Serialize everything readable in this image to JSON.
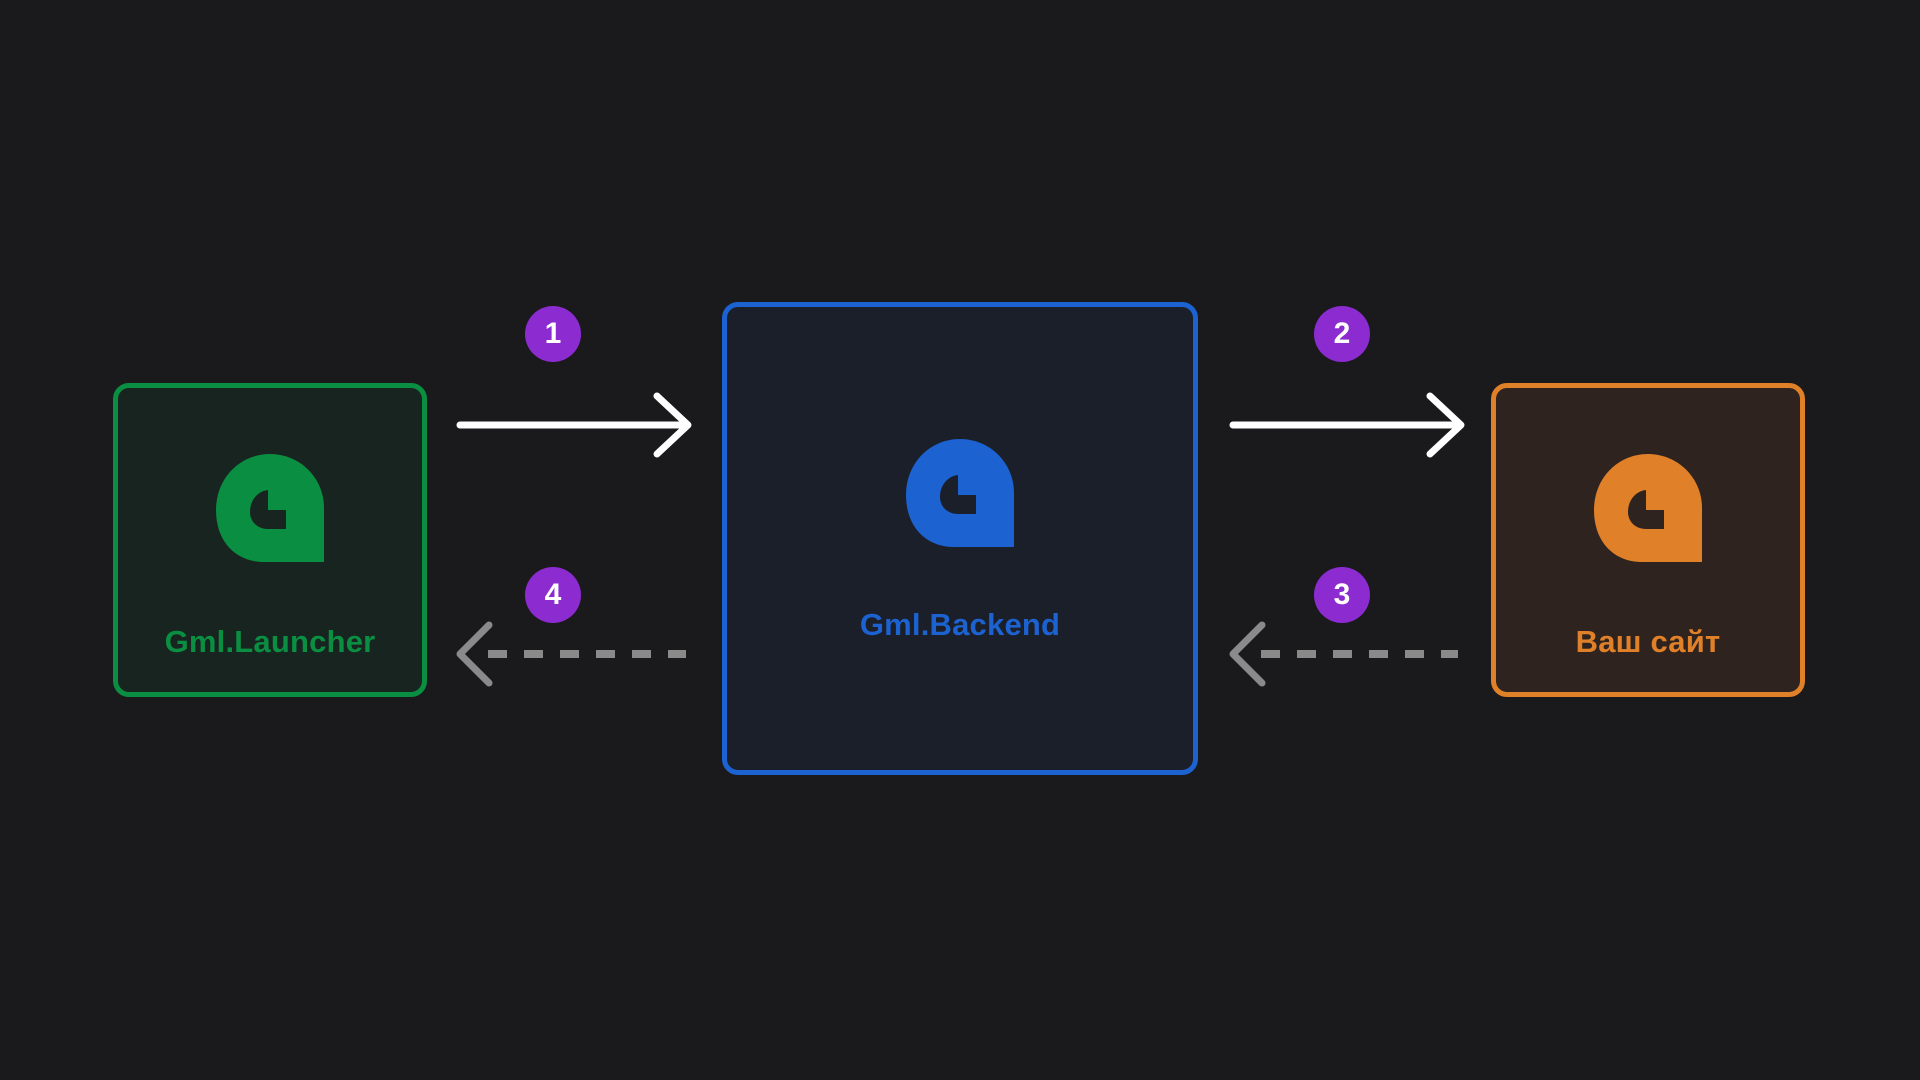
{
  "nodes": {
    "launcher": {
      "label": "Gml.Launcher",
      "color": "#0a8f42",
      "icon": "gml-logo-icon"
    },
    "backend": {
      "label": "Gml.Backend",
      "color": "#1c62d0",
      "icon": "gml-logo-icon"
    },
    "site": {
      "label": "Ваш сайт",
      "color": "#e0812a",
      "icon": "gml-logo-icon"
    }
  },
  "steps": [
    "1",
    "2",
    "3",
    "4"
  ],
  "edges": [
    {
      "from": "launcher",
      "to": "backend",
      "style": "solid",
      "step": "1"
    },
    {
      "from": "backend",
      "to": "site",
      "style": "solid",
      "step": "2"
    },
    {
      "from": "site",
      "to": "backend",
      "style": "dashed",
      "step": "3"
    },
    {
      "from": "backend",
      "to": "launcher",
      "style": "dashed",
      "step": "4"
    }
  ],
  "colors": {
    "background": "#1a1a1c",
    "badge": "#8b2bd0",
    "solid_arrow": "#ffffff",
    "dashed_arrow": "#8a8a8a"
  }
}
